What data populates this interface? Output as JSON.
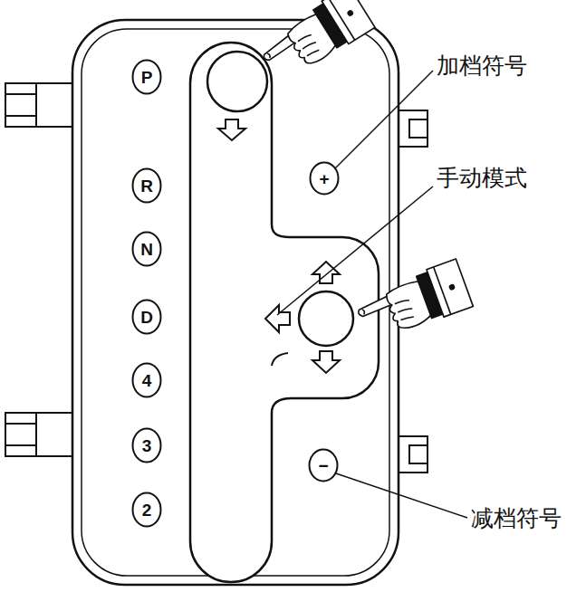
{
  "diagram": {
    "nodes": [
      {
        "text": [
          "P"
        ]
      },
      {
        "text": [
          "R"
        ]
      },
      {
        "text": [
          "N"
        ]
      },
      {
        "text": [
          "D"
        ]
      },
      {
        "text": [
          "4"
        ]
      },
      {
        "text": [
          "3"
        ]
      },
      {
        "text": [
          "2"
        ]
      },
      {
        "text": [
          "+"
        ]
      },
      {
        "text": [
          "−"
        ]
      }
    ],
    "labels": [
      "加档符号",
      "手动模式",
      "减档符号"
    ]
  }
}
